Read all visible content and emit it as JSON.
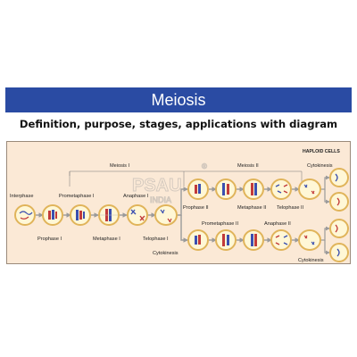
{
  "banner": {
    "title": "Meiosis",
    "color": "#2a4ba3"
  },
  "subtitle": "Definition, purpose, stages, applications with diagram",
  "diagram": {
    "corner_label": "HAPLOID CELLS",
    "phase_groups": {
      "meiosis_1": "Meiosis I",
      "meiosis_2": "Meiosis II"
    },
    "stages": {
      "interphase": "Interphase",
      "prophase_1": "Prophase I",
      "prometaphase_1": "Prometaphase I",
      "metaphase_1": "Metaphase I",
      "anaphase_1": "Anaphase I",
      "telophase_1": "Telophase I",
      "cytokinesis_1": "Cytokinesis",
      "prophase_2": "Prophase II",
      "metaphase_2": "Metaphase II",
      "telophase_2": "Telophase II",
      "cytokinesis_top": "Cytokinesis",
      "prometaphase_2": "Prometaphase II",
      "anaphase_2": "Anaphase II",
      "cytokinesis_bottom": "Cytokinesis"
    },
    "watermark": {
      "logo": "PSAU",
      "sub": "INDIA",
      "mark": "®"
    },
    "colors": {
      "panel": "#fbe9d6",
      "cell_fill": "#fff7d6",
      "cell_ring": "#e0b45a",
      "arrow": "#9a9a9a",
      "chromosome_red": "#c23a3a",
      "chromosome_blue": "#3a4fb0"
    }
  }
}
